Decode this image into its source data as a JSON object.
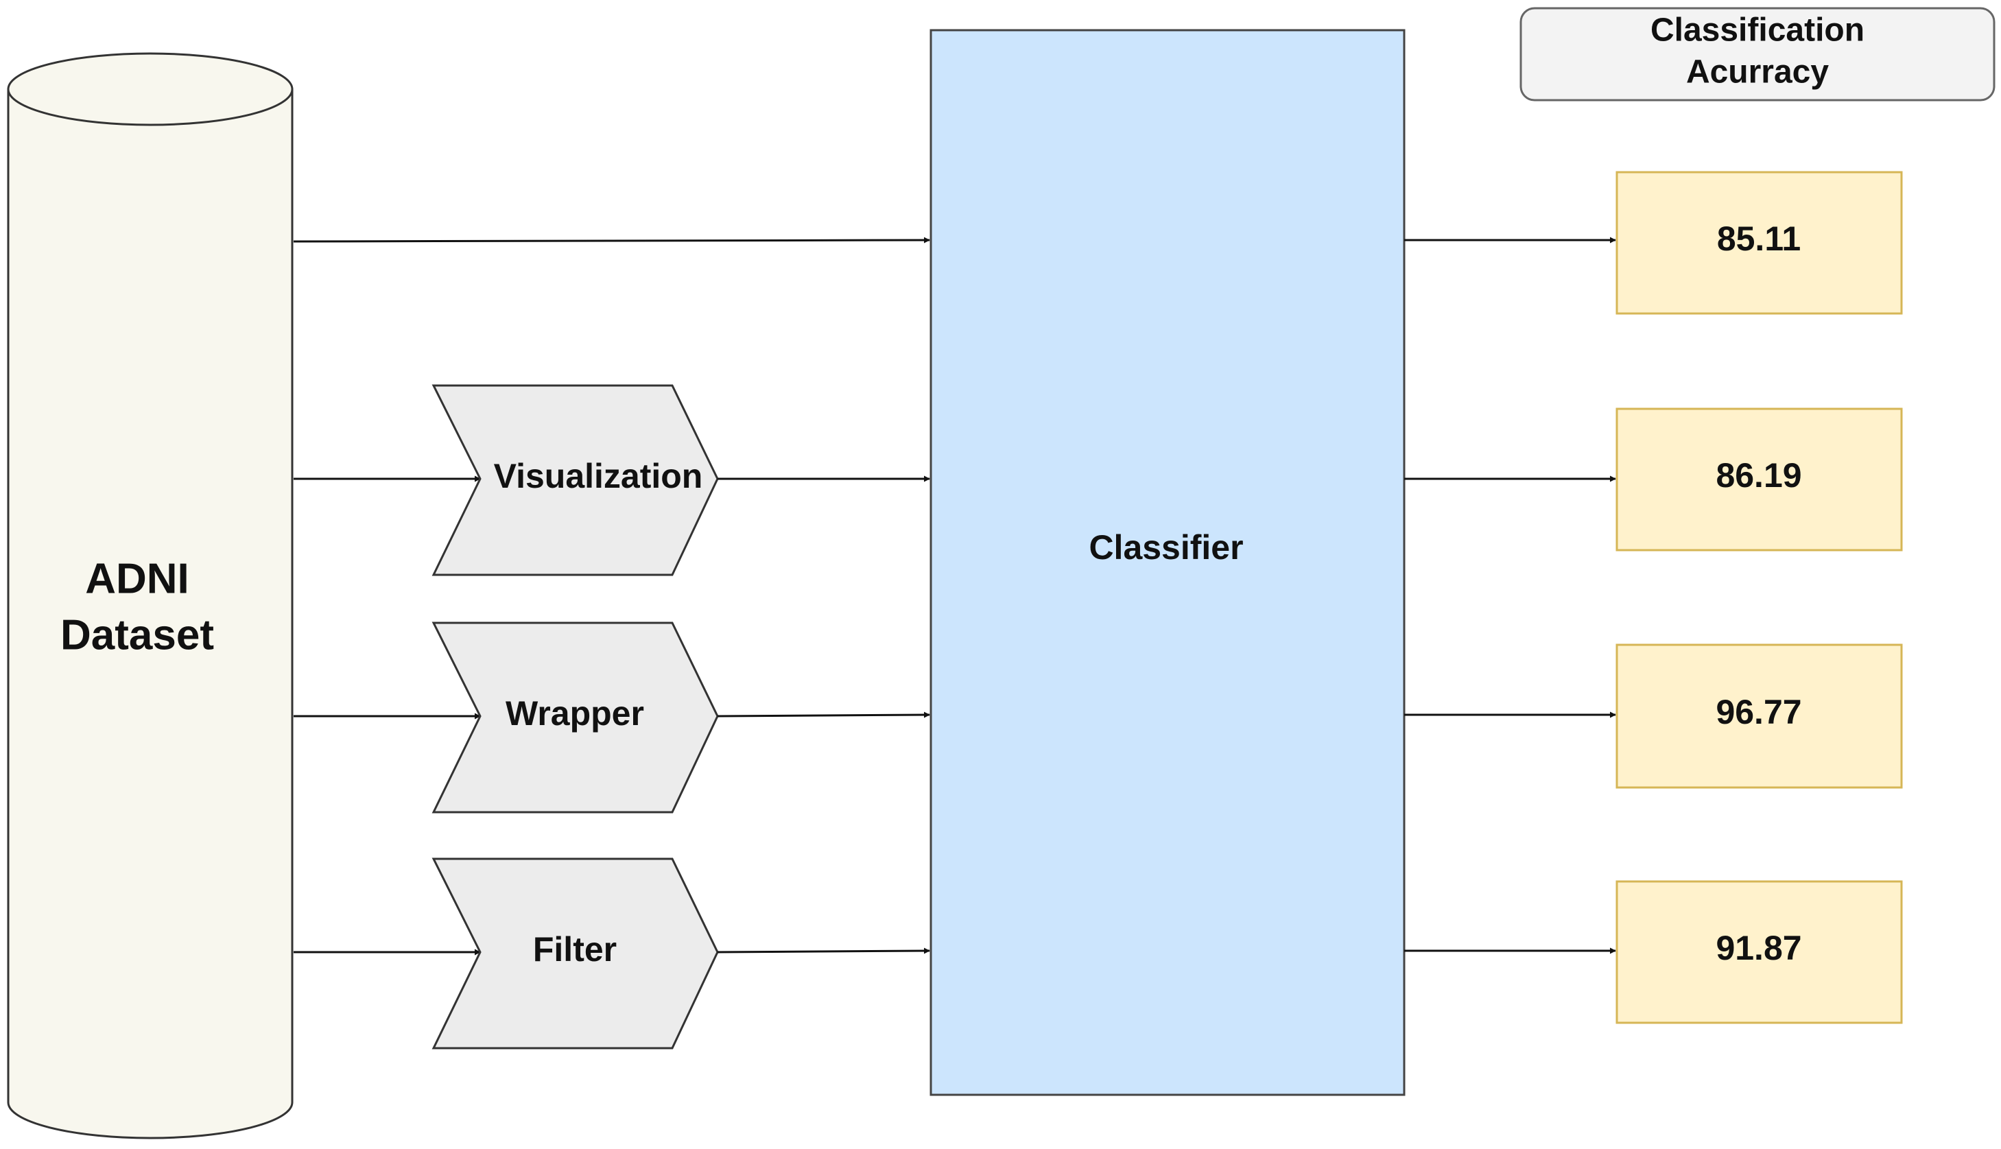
{
  "dataset": {
    "line1": "ADNI",
    "line2": "Dataset"
  },
  "methods": [
    {
      "label": "Visualization"
    },
    {
      "label": "Wrapper"
    },
    {
      "label": "Filter"
    }
  ],
  "classifier": {
    "label": "Classifier"
  },
  "accuracy_header": {
    "line1": "Classification",
    "line2": "Acurracy"
  },
  "results": [
    {
      "value": "85.11"
    },
    {
      "value": "86.19"
    },
    {
      "value": "96.77"
    },
    {
      "value": "91.87"
    }
  ],
  "colors": {
    "dataset_fill": "#f8f7ee",
    "method_fill": "#ececec",
    "classifier_fill": "#cce5fd",
    "classifier_stroke": "#6c8ebf",
    "result_fill": "#fff2cc",
    "result_stroke": "#d6b656",
    "header_fill": "#f3f3f3",
    "stroke": "#333333"
  }
}
